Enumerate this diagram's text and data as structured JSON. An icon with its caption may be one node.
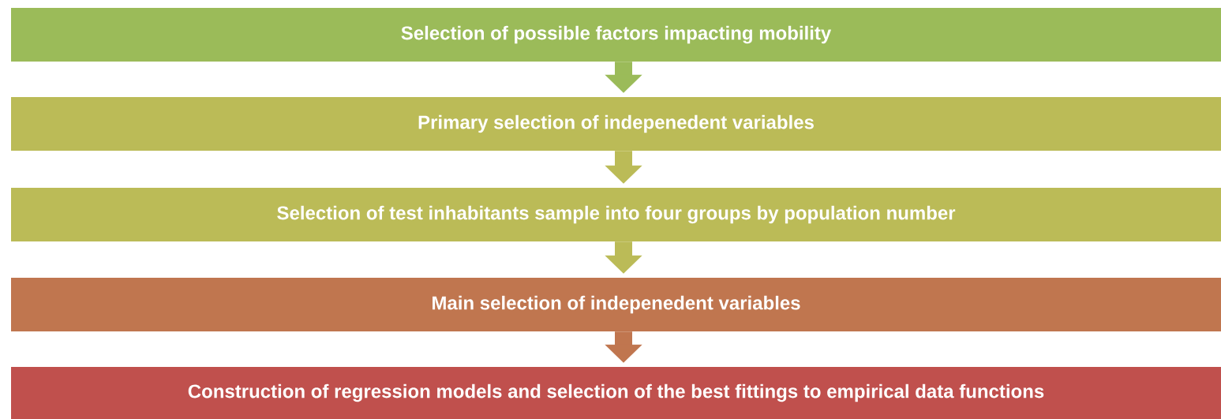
{
  "diagram": {
    "nodes": [
      {
        "text": [
          "Selection of possible factors impacting mobility"
        ]
      },
      {
        "text": [
          "Primary selection of indepenedent variables"
        ]
      },
      {
        "text": [
          "Selection of test inhabitants sample into four groups by population number"
        ]
      },
      {
        "text": [
          "Main selection of indepenedent variables"
        ]
      },
      {
        "text": [
          "Construction of regression models and selection of the best fittings to empirical data functions"
        ]
      }
    ],
    "edges": [
      {
        "from": 0,
        "to": 1,
        "arrow": "to",
        "color": "#9bbb59"
      },
      {
        "from": 1,
        "to": 2,
        "arrow": "to",
        "color": "#bbbb57"
      },
      {
        "from": 2,
        "to": 3,
        "arrow": "to",
        "color": "#bbbb57"
      },
      {
        "from": 3,
        "to": 4,
        "arrow": "to",
        "color": "#c0764f"
      }
    ]
  }
}
